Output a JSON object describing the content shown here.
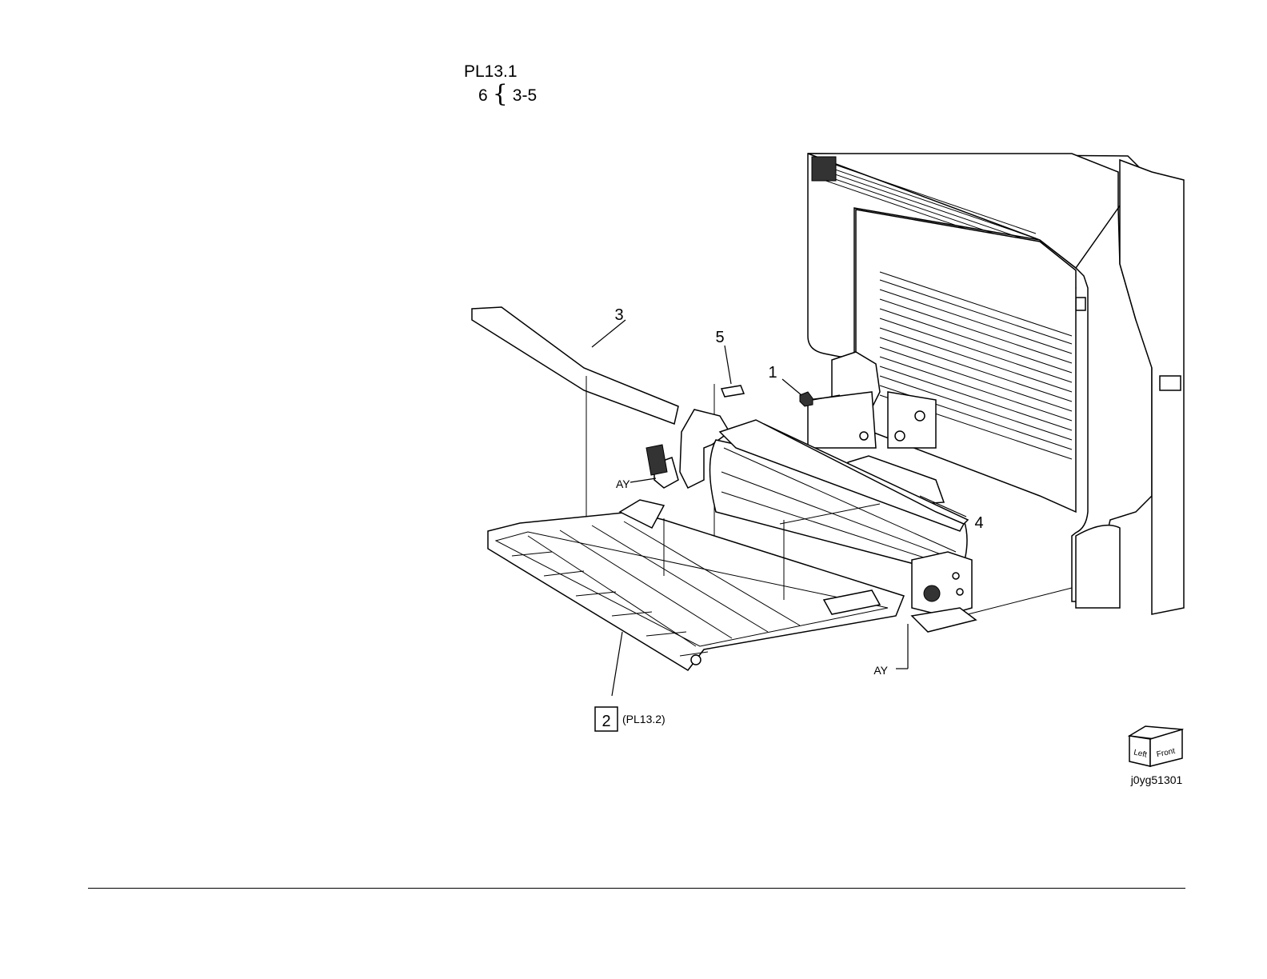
{
  "header": {
    "parts_list_ref": "PL13.1",
    "assembly_number": "6",
    "assembly_brace": "{",
    "assembly_range": "3-5"
  },
  "callouts": {
    "item_1": "1",
    "item_2": "2",
    "item_2_ref": "(PL13.2)",
    "item_3": "3",
    "item_4": "4",
    "item_5": "5",
    "alignment_mark_upper": "AY",
    "alignment_mark_lower": "AY"
  },
  "orientation_cube": {
    "face_left": "Left",
    "face_front": "Front"
  },
  "figure_id": "j0yg51301"
}
